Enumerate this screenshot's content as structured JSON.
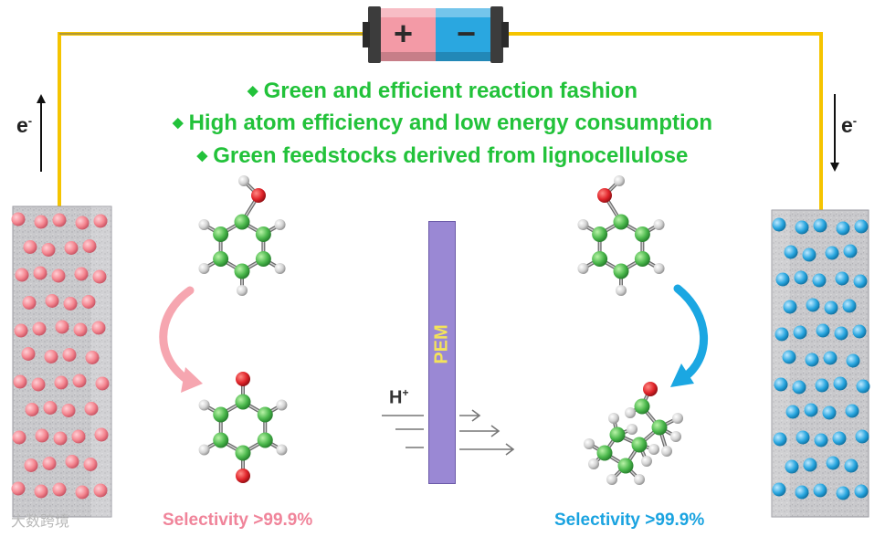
{
  "bullets": [
    "Green and efficient reaction fashion",
    "High atom efficiency and low energy consumption",
    "Green feedstocks derived from lignocellulose"
  ],
  "bullet_marker": "◆",
  "battery": {
    "positive_sign": "+",
    "negative_sign": "−",
    "positive_color": "#f39aa6",
    "negative_color": "#2aa7e0"
  },
  "electron_left": {
    "label": "e",
    "superscript": "-",
    "direction": "up"
  },
  "electron_right": {
    "label": "e",
    "superscript": "-",
    "direction": "down"
  },
  "membrane": {
    "label": "PEM",
    "color": "#9a88d4",
    "label_color": "#f4e35a"
  },
  "proton": {
    "label": "H",
    "superscript": "+"
  },
  "left_selectivity": "Selectivity >99.9%",
  "right_selectivity": "Selectivity >99.9%",
  "colors": {
    "wire": "#f5c400",
    "bullet_text": "#22c23a",
    "carbon": "#55c257",
    "oxygen": "#e0242a",
    "hydrogen": "#d0d0d0",
    "anode_dot": "#f48a97",
    "cathode_dot": "#2ba9dd"
  },
  "watermark": "大数跨境"
}
